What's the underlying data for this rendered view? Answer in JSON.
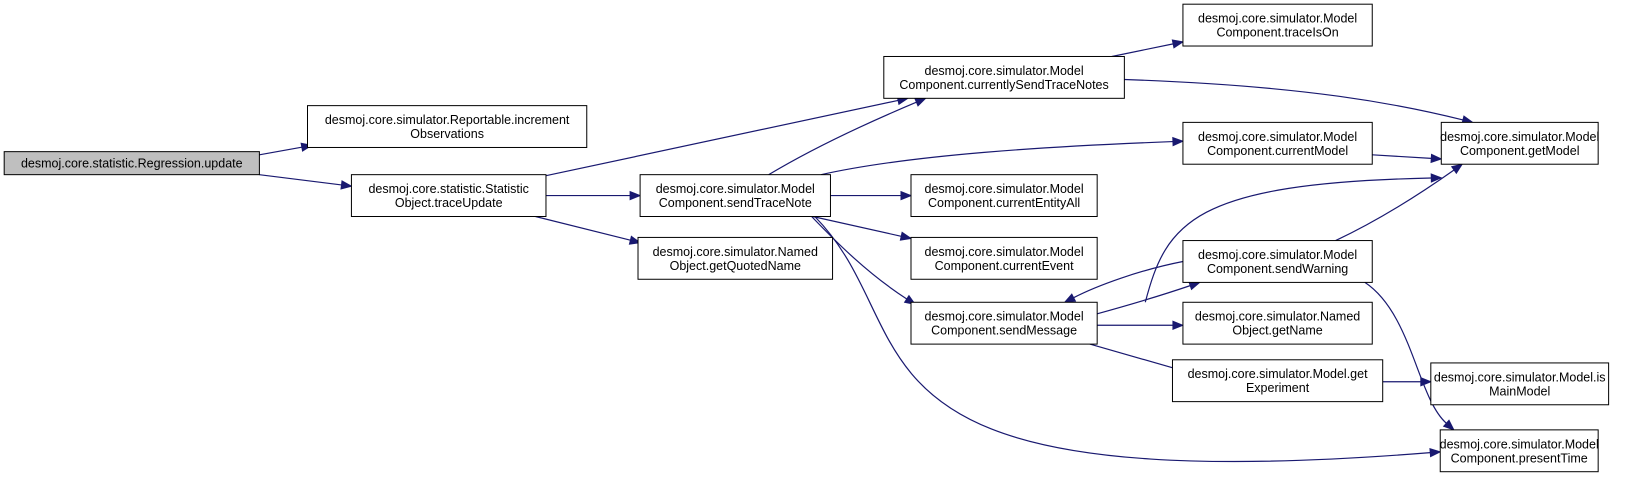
{
  "graph": {
    "nodes": {
      "regression_update": {
        "lines": [
          "desmoj.core.statistic.Regression.update"
        ],
        "root": true
      },
      "increment_observations": {
        "lines": [
          "desmoj.core.simulator.Reportable.increment",
          "Observations"
        ]
      },
      "trace_update": {
        "lines": [
          "desmoj.core.statistic.Statistic",
          "Object.traceUpdate"
        ]
      },
      "currently_send_trace_notes": {
        "lines": [
          "desmoj.core.simulator.Model",
          "Component.currentlySendTraceNotes"
        ]
      },
      "send_trace_note": {
        "lines": [
          "desmoj.core.simulator.Model",
          "Component.sendTraceNote"
        ]
      },
      "get_quoted_name": {
        "lines": [
          "desmoj.core.simulator.Named",
          "Object.getQuotedName"
        ]
      },
      "trace_is_on": {
        "lines": [
          "desmoj.core.simulator.Model",
          "Component.traceIsOn"
        ]
      },
      "current_model": {
        "lines": [
          "desmoj.core.simulator.Model",
          "Component.currentModel"
        ]
      },
      "current_entity_all": {
        "lines": [
          "desmoj.core.simulator.Model",
          "Component.currentEntityAll"
        ]
      },
      "current_event": {
        "lines": [
          "desmoj.core.simulator.Model",
          "Component.currentEvent"
        ]
      },
      "send_message": {
        "lines": [
          "desmoj.core.simulator.Model",
          "Component.sendMessage"
        ]
      },
      "send_warning": {
        "lines": [
          "desmoj.core.simulator.Model",
          "Component.sendWarning"
        ]
      },
      "get_name": {
        "lines": [
          "desmoj.core.simulator.Named",
          "Object.getName"
        ]
      },
      "get_experiment": {
        "lines": [
          "desmoj.core.simulator.Model.get",
          "Experiment"
        ]
      },
      "get_model": {
        "lines": [
          "desmoj.core.simulator.Model",
          "Component.getModel"
        ]
      },
      "is_main_model": {
        "lines": [
          "desmoj.core.simulator.Model.is",
          "MainModel"
        ]
      },
      "present_time": {
        "lines": [
          "desmoj.core.simulator.Model",
          "Component.presentTime"
        ]
      }
    },
    "edges": [
      [
        "regression_update",
        "increment_observations"
      ],
      [
        "regression_update",
        "trace_update"
      ],
      [
        "trace_update",
        "currently_send_trace_notes"
      ],
      [
        "trace_update",
        "send_trace_note"
      ],
      [
        "trace_update",
        "get_quoted_name"
      ],
      [
        "send_trace_note",
        "currently_send_trace_notes"
      ],
      [
        "send_trace_note",
        "current_model"
      ],
      [
        "send_trace_note",
        "current_entity_all"
      ],
      [
        "send_trace_note",
        "current_event"
      ],
      [
        "send_trace_note",
        "send_message"
      ],
      [
        "send_trace_note",
        "present_time"
      ],
      [
        "currently_send_trace_notes",
        "trace_is_on"
      ],
      [
        "currently_send_trace_notes",
        "get_model"
      ],
      [
        "current_model",
        "get_model"
      ],
      [
        "send_message",
        "get_model"
      ],
      [
        "send_message",
        "send_warning"
      ],
      [
        "send_message",
        "get_name"
      ],
      [
        "send_message",
        "get_experiment"
      ],
      [
        "send_warning",
        "send_message"
      ],
      [
        "send_warning",
        "get_model"
      ],
      [
        "send_warning",
        "present_time"
      ],
      [
        "get_experiment",
        "is_main_model"
      ]
    ],
    "colors": {
      "edge": "#191970",
      "root_fill": "#bfbfbf",
      "node_border": "#000000"
    }
  }
}
